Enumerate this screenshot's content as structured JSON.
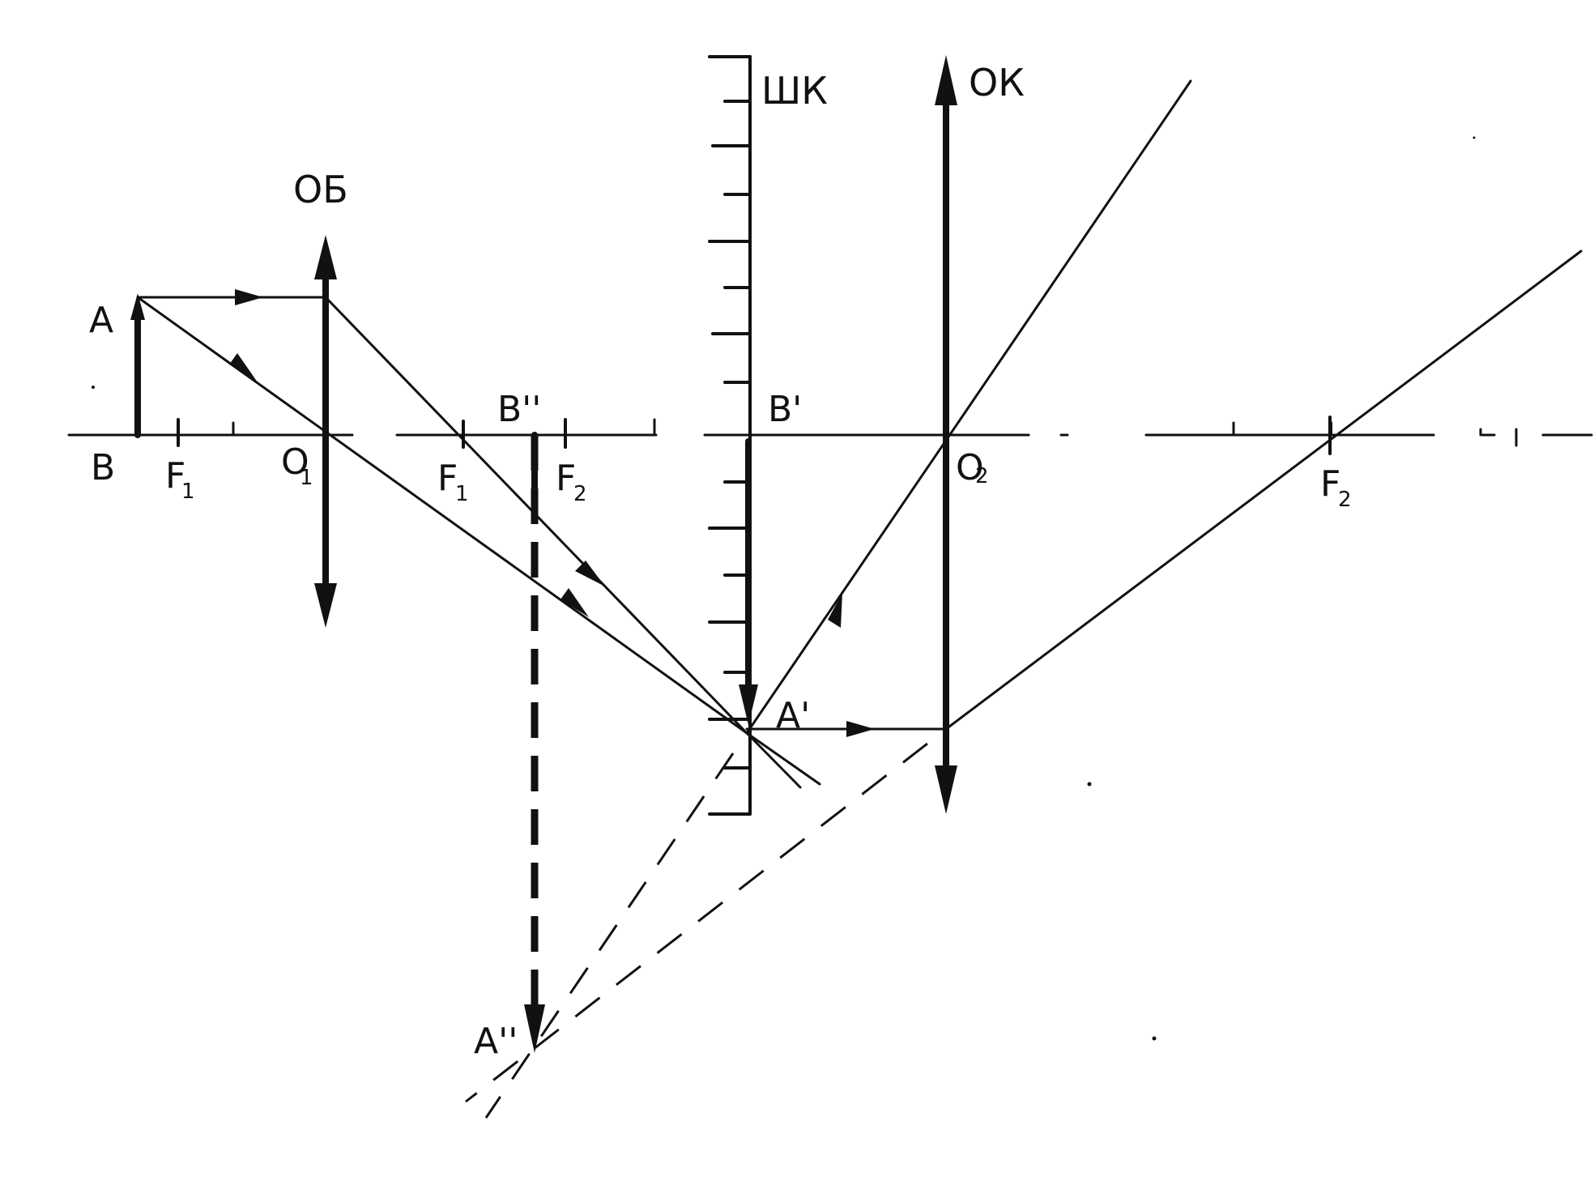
{
  "labels": {
    "objective": "ОБ",
    "scale": "ШК",
    "eyepiece": "ОК",
    "A": "A",
    "B": "B",
    "F1_left": "F",
    "F1_left_sub": "1",
    "O1": "O",
    "O1_sub": "1",
    "F1_right": "F",
    "F1_right_sub": "1",
    "B_double_prime": "B''",
    "F2_left": "F",
    "F2_left_sub": "2",
    "B_prime": "B'",
    "O2": "O",
    "O2_sub": "2",
    "F2_right": "F",
    "F2_right_sub": "2",
    "A_prime": "A'",
    "A_double_prime": "A''"
  },
  "colors": {
    "ink": "#111111",
    "paper": "#ffffff"
  }
}
